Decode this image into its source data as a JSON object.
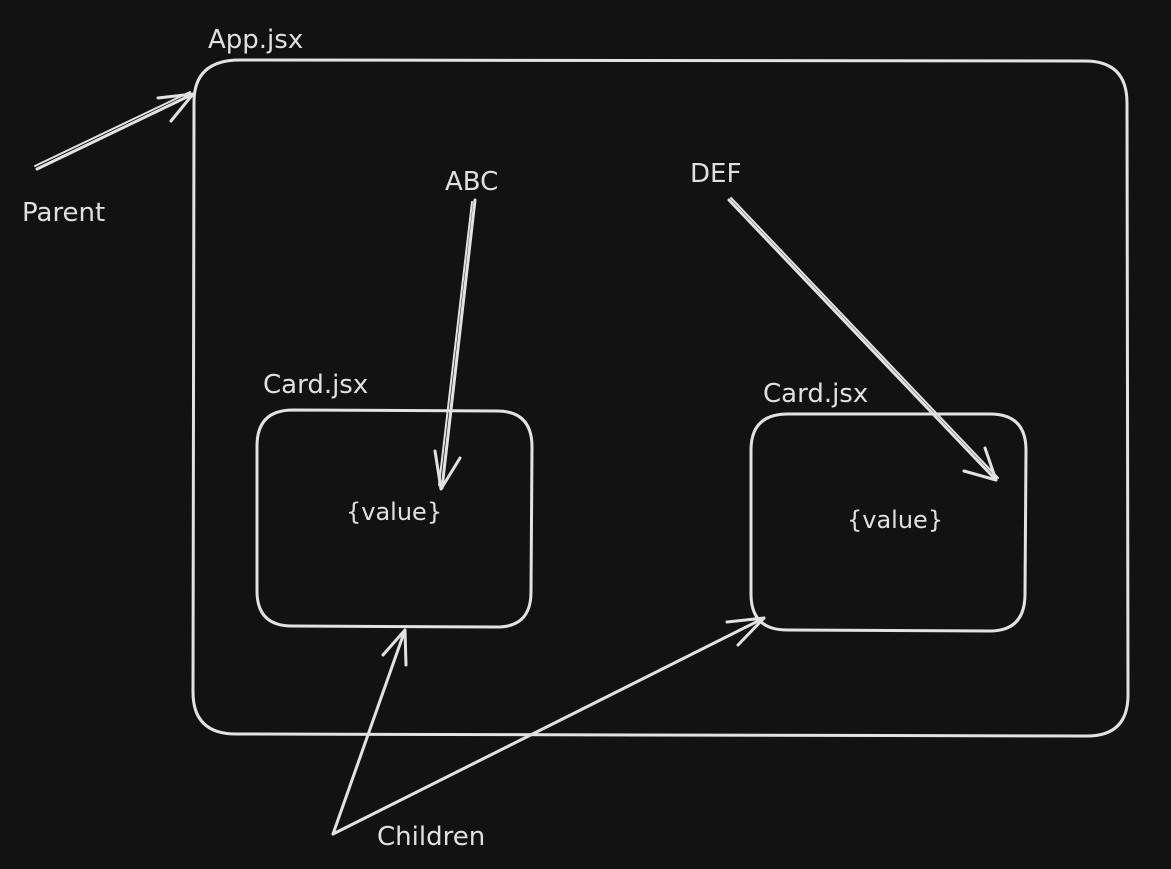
{
  "diagram": {
    "app_label": "App.jsx",
    "parent_label": "Parent",
    "abc_label": "ABC",
    "def_label": "DEF",
    "card_left": {
      "title": "Card.jsx",
      "content": "{value}"
    },
    "card_right": {
      "title": "Card.jsx",
      "content": "{value}"
    },
    "children_label": "Children"
  },
  "colors": {
    "background": "#121212",
    "stroke": "#e2e2e2",
    "text": "#e0e0e0"
  }
}
